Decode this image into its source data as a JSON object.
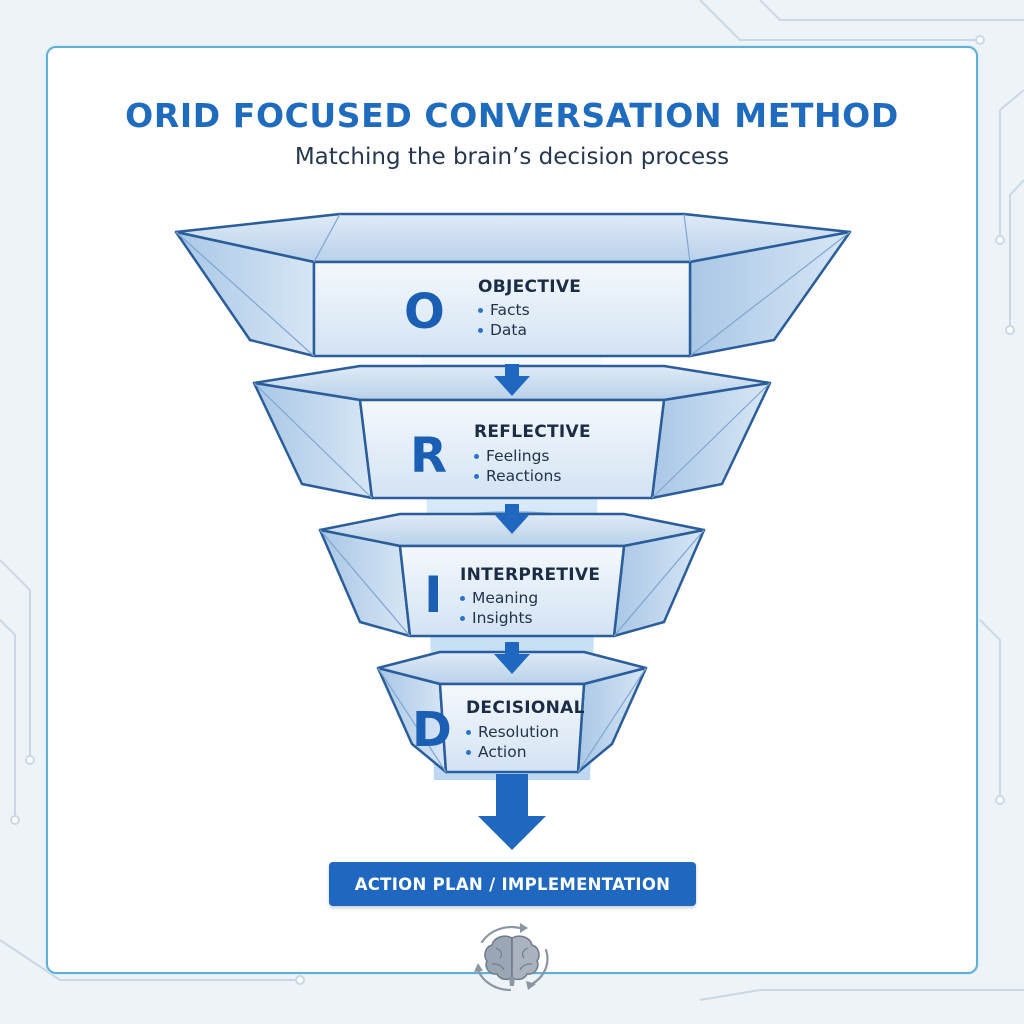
{
  "title": "ORID FOCUSED CONVERSATION METHOD",
  "subtitle": "Matching the brain’s decision process",
  "stages": [
    {
      "letter": "O",
      "name": "OBJECTIVE",
      "bullets": [
        "Facts",
        "Data"
      ]
    },
    {
      "letter": "R",
      "name": "REFLECTIVE",
      "bullets": [
        "Feelings",
        "Reactions"
      ]
    },
    {
      "letter": "I",
      "name": "INTERPRETIVE",
      "bullets": [
        "Meaning",
        "Insights"
      ]
    },
    {
      "letter": "D",
      "name": "DECISIONAL",
      "bullets": [
        "Resolution",
        "Action"
      ]
    }
  ],
  "action_label": "ACTION PLAN / IMPLEMENTATION",
  "icons": {
    "arrow": "arrow-down-icon",
    "brain": "brain-icon",
    "cycle": "cycle-arrows-icon"
  },
  "colors": {
    "title": "#1f6bbd",
    "accent": "#1f67bf",
    "funnel_edge": "#2a5d99",
    "funnel_fill": "#bcd5ee",
    "frame": "#5fb2d6"
  }
}
